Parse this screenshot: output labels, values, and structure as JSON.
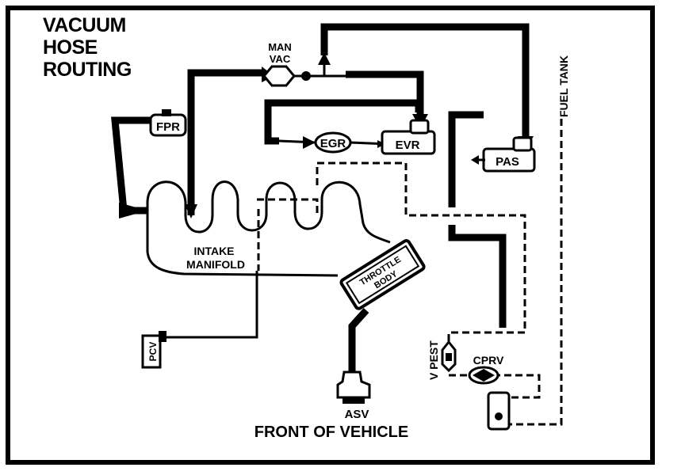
{
  "title": "VACUUM\nHOSE\nROUTING",
  "labels": {
    "man_vac_line1": "MAN",
    "man_vac_line2": "VAC",
    "fpr": "FPR",
    "egr": "EGR",
    "evr": "EVR",
    "pas": "PAS",
    "fuel_tank": "FUEL TANK",
    "intake_line1": "INTAKE",
    "intake_line2": "MANIFOLD",
    "throttle_line1": "THROTTLE",
    "throttle_line2": "BODY",
    "pcv": "PCV",
    "asv": "ASV",
    "v_pest": "V PEST",
    "cprv": "CPRV",
    "front": "FRONT OF VEHICLE"
  },
  "colors": {
    "ink": "#000000",
    "paper": "#ffffff"
  }
}
